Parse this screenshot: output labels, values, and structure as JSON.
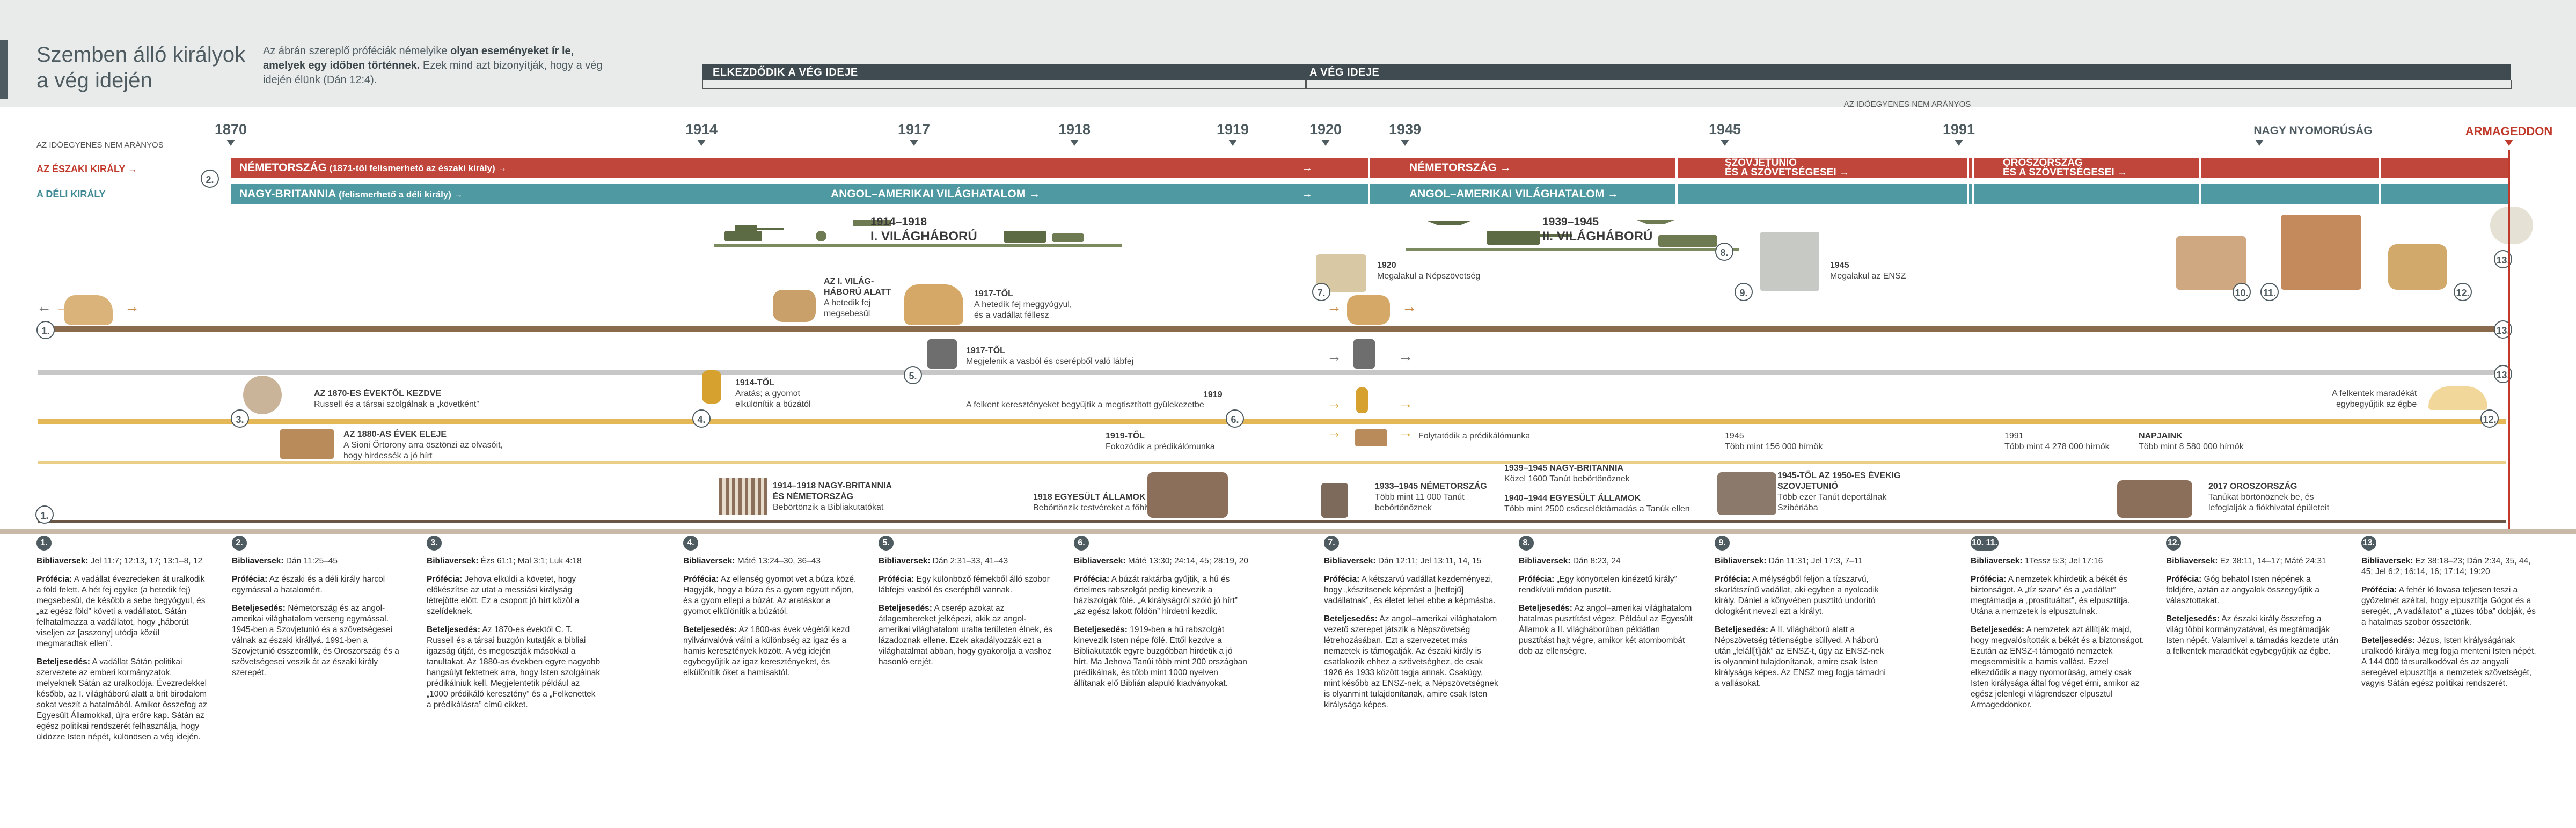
{
  "header": {
    "title_line1": "Szemben álló királyok",
    "title_line2": "a vég idején",
    "intro_pre": "Az ábrán szereplő próféciák némelyike ",
    "intro_bold": "olyan eseményeket ír le, amelyek egy időben történnek.",
    "intro_post": " Ezek mind azt bizonyítják, hogy a vég idején élünk (Dán 12:4).",
    "era1": "ELKEZDŐDIK A VÉG IDEJE",
    "era2": "A VÉG IDEJE",
    "scale_note": "AZ IDŐEGYENES NEM ARÁNYOS"
  },
  "timeline": {
    "scale_note": "AZ IDŐEGYENES NEM ARÁNYOS",
    "years": [
      "1870",
      "1914",
      "1917",
      "1918",
      "1919",
      "1920",
      "1939",
      "1945",
      "1991",
      "NAGY NYOMORÚSÁG",
      "ARMAGEDDON"
    ],
    "north_label": "AZ ÉSZAKI KIRÁLY",
    "south_label": "A DÉLI KIRÁLY",
    "north_bar_1": "NÉMETORSZÁG",
    "north_bar_1_sub": " (1871-től felismerhető az északi király) →",
    "north_bar_2": "NÉMETORSZÁG →",
    "north_bar_3": "SZOVJETUNIÓ",
    "north_bar_3b": "ÉS A SZÖVETSÉGESEI →",
    "north_bar_4": "OROSZORSZÁG",
    "north_bar_4b": "ÉS A SZÖVETSÉGESEI →",
    "south_bar_1": "NAGY-BRITANNIA",
    "south_bar_1_sub": " (felismerhető a déli király) →",
    "south_bar_2": "ANGOL–AMERIKAI VILÁGHATALOM →",
    "south_bar_3": "ANGOL–AMERIKAI VILÁGHATALOM →",
    "arrow": "→"
  },
  "events": {
    "ww1_title": "1914–1918",
    "ww1_name": "I. VILÁGHÁBORÚ",
    "ww2_title": "1939–1945",
    "ww2_name": "II. VILÁGHÁBORÚ",
    "ww1_during_1": "AZ I. VILÁG-",
    "ww1_during_2": "HÁBORÚ ALATT",
    "ww1_during_3": "A hetedik fej",
    "ww1_during_4": "megsebesül",
    "y1917_1": "1917-TŐL",
    "y1917_2": "A hetedik fej meggyógyul,",
    "y1917_3": "és a vadállat féllesz",
    "league_year": "1920",
    "league_text": "Megalakul a Népszövetség",
    "un_year": "1945",
    "un_text": "Megalakul az ENSZ",
    "iron_clay_1": "1917-TŐL",
    "iron_clay_2": "Megjelenik a vasból és cserépből való lábfej",
    "deceptions_1": "AZ 1870-ES ÉVEKTŐL KEZDVE",
    "deceptions_2": "Russell és a társai szolgálnak a „követként”",
    "harvest_1": "1914-TŐL",
    "harvest_2": "Aratás; a gyomot",
    "harvest_3": "elkülönítik a búzától",
    "y1919": "1919",
    "anointed_1919": "A felkent keresztényeket begyűjtik a megtisztított gyülekezetbe",
    "remaining": "A felkentek maradékát",
    "remaining_2": "egybegyűjtik az égbe",
    "sion_1": "AZ 1880-AS ÉVEK ELEJE",
    "sion_2": "A Sioni Őrtorony arra ösztönzi az olvasóit,",
    "sion_3": "hogy hirdessék a jó hírt",
    "y1919_preach_1": "1919-TŐL",
    "y1919_preach_2": "Fokozódik a prédikálómunka",
    "continue_preach": "Folytatódik a prédikálómunka",
    "p1945_1": "1945",
    "p1945_2": "Több mint 156 000 hírnök",
    "p1991_1": "1991",
    "p1991_2": "Több mint 4 278 000 hírnök",
    "now_1": "NAPJAINK",
    "now_2": "Több mint 8 580 000 hírnök",
    "uk_nazi_1": "1914–1918 NAGY-BRITANNIA",
    "uk_nazi_2": "ÉS NÉMETORSZÁG",
    "uk_nazi_3": "Bebörtönzik a Bibliakutatókat",
    "us_1918_1": "1918 EGYESÜLT ÁLLAMOK",
    "us_1918_2": "Bebörtönzik testvéreket a főhivatalból",
    "ger_1933_1": "1933–1945 NÉMETORSZÁG",
    "ger_1933_2": "Több mint 11 000 Tanút",
    "ger_1933_3": "bebörtönöznek",
    "uk_1939_1": "1939–1945 NAGY-BRITANNIA",
    "uk_1939_2": "Közel 1600 Tanút bebörtönöznek",
    "us_1940_1": "1940–1944 EGYESÜLT ÁLLAMOK",
    "us_1940_2": "Több mint 2500 csőcseléktámadás a Tanúk ellen",
    "su_1945_1": "1945-TŐL AZ 1950-ES ÉVEKIG",
    "su_1945_2": "SZOVJETUNIÓ",
    "su_1945_3": "Több ezer Tanút deportálnak",
    "su_1945_4": "Szibériába",
    "ru_2017_1": "2017 OROSZORSZÁG",
    "ru_2017_2": "Tanúkat börtönöznek be, és",
    "ru_2017_3": "lefoglalják a fiókhivatal épületeit"
  },
  "badges": [
    "1.",
    "2.",
    "3.",
    "4.",
    "5.",
    "6.",
    "7.",
    "8.",
    "9.",
    "10.",
    "11.",
    "12.",
    "13."
  ],
  "notes": [
    {
      "num": "1.",
      "ref": "Bibliaversek: Jel 11:7; 12:13, 17; 13:1–8, 12",
      "proph": "Prófécia: A vadállat évezredeken át uralkodik a föld felett. A hét fej egyike (a hetedik fej) megsebesül, de később a sebe begyógyul, és „az egész föld” követi a vadállatot. Sátán felhatalmazza a vadállatot, hogy „háborút viseljen az [asszony] utódja közül megmaradtak ellen”.",
      "fulfil": "Beteljesedés: A vadállat Sátán politikai szervezete az emberi kormányzatok, melyeknek Sátán az uralkodója. Évezredekkel később, az I. világháború alatt a brit birodalom sokat veszít a hatalmából. Amikor összefog az Egyesült Államokkal, újra erőre kap. Sátán az egész politikai rendszerét felhasználja, hogy üldözze Isten népét, különösen a vég idején."
    },
    {
      "num": "2.",
      "ref": "Bibliaversek: Dán 11:25–45",
      "proph": "Prófécia: Az északi és a déli király harcol egymással a hatalomért.",
      "fulfil": "Beteljesedés: Németország és az angol-amerikai világhatalom verseng egymással. 1945-ben a Szovjetunió és a szövetségesei válnak az északi királlyá. 1991-ben a Szovjetunió összeomlik, és Oroszország és a szövetségesei veszik át az északi király szerepét."
    },
    {
      "num": "3.",
      "ref": "Bibliaversek: Ézs 61:1; Mal 3:1; Luk 4:18",
      "proph": "Prófécia: Jehova elküldi a követet, hogy előkészítse az utat a messiási királyság létrejötte előtt. Ez a csoport jó hírt közöl a szelídeknek.",
      "fulfil": "Beteljesedés: Az 1870-es évektől C. T. Russell és a társai buzgón kutatják a bibliai igazság útját, és megosztják másokkal a tanultakat. Az 1880-as években egyre nagyobb hangsúlyt fektetnek arra, hogy Isten szolgáinak prédikálniuk kell. Megjelentetik például az „1000 prédikáló keresztény” és a „Felkenettek a prédikálásra” című cikket."
    },
    {
      "num": "4.",
      "ref": "Bibliaversek: Máté 13:24–30, 36–43",
      "proph": "Prófécia: Az ellenség gyomot vet a búza közé. Hagyják, hogy a búza és a gyom együtt nőjön, és a gyom ellepi a búzát. Az aratáskor a gyomot elkülönítik a búzától.",
      "fulfil": "Beteljesedés: Az 1800-as évek végétől kezd nyilvánvalóvá válni a különbség az igaz és a hamis keresztények között. A vég idején egybegyűjtik az igaz keresztényeket, és elkülönítik őket a hamisaktól."
    },
    {
      "num": "5.",
      "ref": "Bibliaversek: Dán 2:31–33, 41–43",
      "proph": "Prófécia: Egy különböző fémekből álló szobor lábfejei vasból és cserépből vannak.",
      "fulfil": "Beteljesedés: A cserép azokat az átlagembereket jelképezi, akik az angol-amerikai világhatalom uralta területen élnek, és lázadoznak ellene. Ezek akadályozzák ezt a világhatalmat abban, hogy gyakorolja a vashoz hasonló erejét."
    },
    {
      "num": "6.",
      "ref": "Bibliaversek: Máté 13:30; 24:14, 45; 28:19, 20",
      "proph": "Prófécia: A búzát raktárba gyűjtik, a hű és értelmes rabszolgát pedig kinevezik a háziszolgák fölé. „A királyságról szóló jó hírt” „az egész lakott földön” hirdetni kezdik.",
      "fulfil": "Beteljesedés: 1919-ben a hű rabszolgát kinevezik Isten népe fölé. Ettől kezdve a Bibliakutatók egyre buzgóbban hirdetik a jó hírt. Ma Jehova Tanúi több mint 200 országban prédikálnak, és több mint 1000 nyelven állítanak elő Biblián alapuló kiadványokat."
    },
    {
      "num": "7.",
      "ref": "Bibliaversek: Dán 12:11; Jel 13:11, 14, 15",
      "proph": "Prófécia: A kétszarvú vadállat kezdeményezi, hogy „készítsenek képmást a [hetfejű] vadállatnak”, és életet lehel ebbe a képmásba.",
      "fulfil": "Beteljesedés: Az angol–amerikai világhatalom vezető szerepet játszik a Népszövetség létrehozásában. Ezt a szervezetet más nemzetek is támogatják. Az északi király is csatlakozik ehhez a szövetséghez, de csak 1926 és 1933 között tagja annak. Csakúgy, mint később az ENSZ-nek, a Népszövetségnek is olyanmint tulajdonítanak, amire csak Isten királysága képes."
    },
    {
      "num": "8.",
      "ref": "Bibliaversek: Dán 8:23, 24",
      "proph": "Prófécia: „Egy könyörtelen kinézetű király” rendkívüli módon pusztít.",
      "fulfil": "Beteljesedés: Az angol–amerikai világhatalom hatalmas pusztítást végez. Például az Egyesült Államok a II. világháborúban példátlan pusztítást hajt végre, amikor két atombombát dob az ellenségre."
    },
    {
      "num": "9.",
      "ref": "Bibliaversek: Dán 11:31; Jel 17:3, 7–11",
      "proph": "Prófécia: A mélységből feljön a tízszarvú, skarlátszínű vadállat, aki egyben a nyolcadik király. Dániel a könyvében pusztító undorító dologként nevezi ezt a királyt.",
      "fulfil": "Beteljesedés: A II. világháború alatt a Népszövetség tétlenségbe süllyed. A háború után „feláll[t]ják” az ENSZ-t, úgy az ENSZ-nek is olyanmint tulajdonítanak, amire csak Isten királysága képes. Az ENSZ meg fogja támadni a vallásokat."
    },
    {
      "num": "10. 11.",
      "ref": "Bibliaversek: 1Tessz 5:3; Jel 17:16",
      "proph": "Prófécia: A nemzetek kihirdetik a békét és biztonságot. A „tíz szarv” és a „vadállat” megtámadja a „prostituáltat”, és elpusztítja. Utána a nemzetek is elpusztulnak.",
      "fulfil": "Beteljesedés: A nemzetek azt állítják majd, hogy megvalósították a békét és a biztonságot. Ezután az ENSZ-t támogató nemzetek megsemmisítik a hamis vallást. Ezzel elkezdődik a nagy nyomorúság, amely csak Isten királysága által fog véget érni, amikor az egész jelenlegi világrendszer elpusztul Armageddonkor."
    },
    {
      "num": "12.",
      "ref": "Bibliaversek: Ez 38:11, 14–17; Máté 24:31",
      "proph": "Prófécia: Góg behatol Isten népének a földjére, aztán az angyalok összegyűjtik a választottakat.",
      "fulfil": "Beteljesedés: Az északi király összefog a világ többi kormányzatával, és megtámadják Isten népét. Valamivel a támadás kezdete után a felkentek maradékát egybegyűjtik az égbe."
    },
    {
      "num": "13.",
      "ref": "Bibliaversek: Ez 38:18–23; Dán 2:34, 35, 44, 45; Jel 6:2; 16:14, 16; 17:14; 19:20",
      "proph": "Prófécia: A fehér ló lovasa teljesen teszi a győzelmét azáltal, hogy elpusztítja Gógot és a seregét, „A vadállatot” a „tüzes tóba” dobják, és a hatalmas szobor összetörik.",
      "fulfil": "Beteljesedés: Jézus, Isten királyságának uralkodó királya meg fogja menteni Isten népét. A 144 000 társuralkodóval és az angyali seregével elpusztítja a nemzetek szövetségét, vagyis Sátán egész politikai rendszerét."
    }
  ],
  "colors": {
    "north": "#c0463b",
    "south": "#4f9aa2",
    "dark": "#3f4b50",
    "gold": "#e5b857",
    "brown": "#8a6a4c"
  }
}
